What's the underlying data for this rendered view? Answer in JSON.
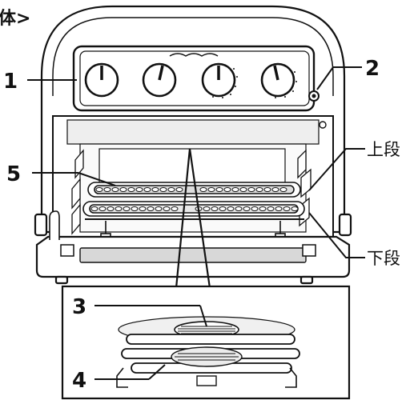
{
  "header": {
    "section_title": "体>"
  },
  "callouts": {
    "c1": "1",
    "c2": "2",
    "c3": "3",
    "c4": "4",
    "c5": "5"
  },
  "rack_positions": {
    "upper": "上段",
    "lower": "下段"
  },
  "control_panel": {
    "knob_count": 4,
    "indicator_light": "power-lamp"
  },
  "colors": {
    "line": "#111111",
    "fill": "#ffffff",
    "shade": "#d8d8d8",
    "dark": "#333333"
  }
}
